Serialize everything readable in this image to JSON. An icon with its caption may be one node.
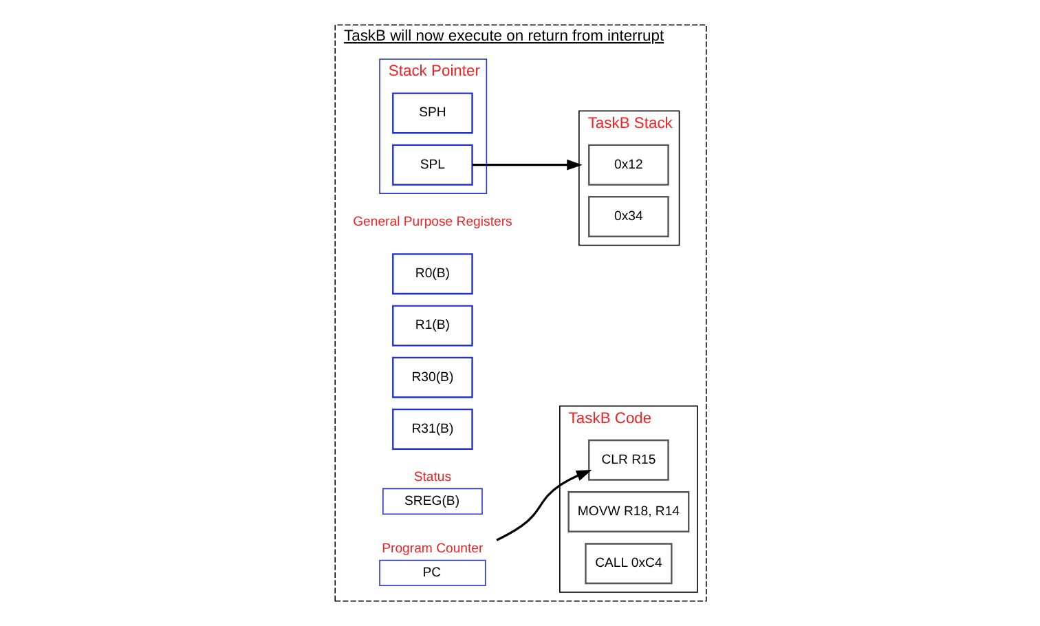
{
  "diagram": {
    "nodes": [
      {
        "text": [
          "TaskB will now execute on return from interrupt"
        ]
      },
      {
        "text": [
          "R0(B)"
        ],
        "in": 0
      },
      {
        "text": [
          "R1(B)"
        ],
        "in": 0
      },
      {
        "text": [
          "R30(B)"
        ],
        "in": 0
      },
      {
        "text": [
          "R31(B)"
        ],
        "in": 0
      },
      {
        "text": [
          "Status",
          "SREG(B)"
        ],
        "in": 0
      },
      {
        "text": [
          "Program Counter",
          "PC"
        ],
        "in": 0
      },
      {
        "text": [
          "Stack Pointer"
        ],
        "in": 0
      },
      {
        "text": [
          "SPH"
        ],
        "in": 7
      },
      {
        "text": [
          "SPL"
        ],
        "in": 7
      },
      {
        "text": [
          "TaskB Code"
        ],
        "in": 0
      },
      {
        "text": [
          "CLR R15"
        ],
        "in": 10
      },
      {
        "text": [
          "MOVW R18, R14"
        ],
        "in": 10
      },
      {
        "text": [
          "CALL 0xC4"
        ],
        "in": 10
      },
      {
        "text": [
          "TaskB Stack"
        ],
        "in": 0
      },
      {
        "text": [
          "0x12"
        ],
        "in": 14
      },
      {
        "text": [
          "0x34"
        ],
        "in": 14
      }
    ],
    "edges": [
      {
        "from": 6,
        "to": 11,
        "arrow": "to"
      },
      {
        "from": 9,
        "to": 14,
        "arrow": "to"
      }
    ],
    "labels": [
      "General Purpose Registers"
    ]
  }
}
